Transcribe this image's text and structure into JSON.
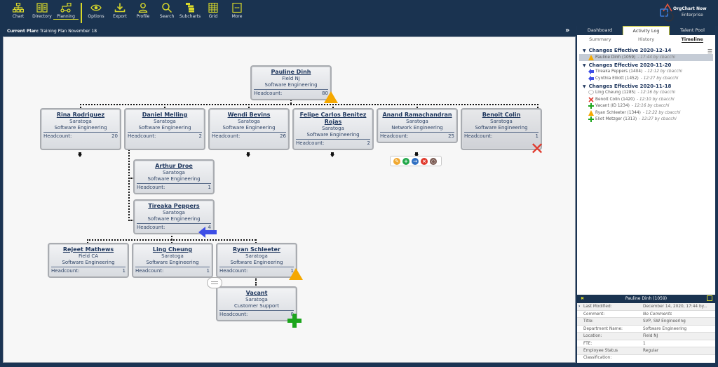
{
  "toolbar": {
    "items": [
      {
        "label": "Chart",
        "icon": "org-chart-icon"
      },
      {
        "label": "Directory",
        "icon": "book-icon"
      },
      {
        "label": "Planning",
        "icon": "planning-icon",
        "active": true
      },
      {
        "label": "Options",
        "icon": "eye-icon"
      },
      {
        "label": "Export",
        "icon": "download-icon"
      },
      {
        "label": "Profile",
        "icon": "person-icon"
      },
      {
        "label": "Search",
        "icon": "search-icon"
      },
      {
        "label": "Subcharts",
        "icon": "subcharts-icon"
      },
      {
        "label": "Grid",
        "icon": "grid-icon"
      },
      {
        "label": "More",
        "icon": "more-icon"
      }
    ],
    "brand_name": "OrgChart Now",
    "brand_edition": "Enterprise"
  },
  "plan": {
    "label": "Current Plan:",
    "value": "Training Plan November 18"
  },
  "nodes": {
    "pauline": {
      "name": "Pauline Dinh",
      "location": "Field NJ",
      "dept": "Software Engineering",
      "hc_label": "Headcount:",
      "hc": "80"
    },
    "rina": {
      "name": "Rina Rodriguez",
      "location": "Saratoga",
      "dept": "Software Engineering",
      "hc_label": "Headcount:",
      "hc": "20"
    },
    "daniel": {
      "name": "Daniel Melling",
      "location": "Saratoga",
      "dept": "Software Engineering",
      "hc_label": "Headcount:",
      "hc": "2"
    },
    "wendi": {
      "name": "Wendi Bevins",
      "location": "Saratoga",
      "dept": "Software Engineering",
      "hc_label": "Headcount:",
      "hc": "26"
    },
    "felipe": {
      "name": "Felipe Carlos Benitez Rojas",
      "location": "Saratoga",
      "dept": "Software Engineering",
      "hc_label": "Headcount:",
      "hc": "2"
    },
    "anand": {
      "name": "Anand Ramachandran",
      "location": "Saratoga",
      "dept": "Network Engineering",
      "hc_label": "Headcount:",
      "hc": "25"
    },
    "benoit": {
      "name": "Benoit Colin",
      "location": "Saratoga",
      "dept": "Software Engineering",
      "hc_label": "Headcount:",
      "hc": "1"
    },
    "arthur": {
      "name": "Arthur Droe",
      "location": "Saratoga",
      "dept": "Software Engineering",
      "hc_label": "Headcount:",
      "hc": "1"
    },
    "tireaka": {
      "name": "Tireaka Peppers",
      "location": "Saratoga",
      "dept": "Software Engineering",
      "hc_label": "Headcount:",
      "hc": "4"
    },
    "rejeet": {
      "name": "Rejeet Mathews",
      "location": "Field CA",
      "dept": "Software Engineering",
      "hc_label": "Headcount:",
      "hc": "1"
    },
    "ling": {
      "name": "Ling Cheung",
      "location": "Saratoga",
      "dept": "Software Engineering",
      "hc_label": "Headcount:",
      "hc": "1"
    },
    "ryan": {
      "name": "Ryan Schleeter",
      "location": "Saratoga",
      "dept": "Software Engineering",
      "hc_label": "Headcount:",
      "hc": "1"
    },
    "vacant": {
      "name": "Vacant",
      "location": "Saratoga",
      "dept": "Customer Support",
      "hc_label": "Headcount:",
      "hc": "0"
    }
  },
  "right_panel": {
    "tabs": [
      "Dashboard",
      "Activity Log",
      "Talent Pool"
    ],
    "active_tab": "Activity Log",
    "subtabs": [
      "Summary",
      "History",
      "Timeline"
    ],
    "active_subtab": "Timeline",
    "timeline": [
      {
        "title": "Changes Effective 2020-12-14",
        "items": [
          {
            "icon": "warning-icon",
            "text": "Pauline Dinh (1059)",
            "by": "- 17:44 by cbacchi",
            "selected": true
          }
        ]
      },
      {
        "title": "Changes Effective 2020-11-20",
        "items": [
          {
            "icon": "move-arrow-icon",
            "text": "Tireaka Peppers (1404)",
            "by": "- 12:12 by cbacchi"
          },
          {
            "icon": "move-arrow-icon",
            "text": "Cynthia Elliott (1452)",
            "by": "- 12:27 by cbacchi"
          }
        ]
      },
      {
        "title": "Changes Effective 2020-11-18",
        "items": [
          {
            "icon": "comment-icon",
            "text": "Ling Cheung (1285)",
            "by": "- 12:16 by cbacchi"
          },
          {
            "icon": "delete-x-icon",
            "text": "Benoit Colin (1420)",
            "by": "- 12:10 by cbacchi"
          },
          {
            "icon": "add-plus-icon",
            "text": "Vacant (ID 1234)",
            "by": "- 12:16 by cbacchi"
          },
          {
            "icon": "warning-icon",
            "text": "Ryan Schleeter (1344)",
            "by": "- 12:22 by cbacchi"
          },
          {
            "icon": "add-plus-icon",
            "text": "Eliot Metzger (1313)",
            "by": "- 12:27 by cbacchi"
          }
        ]
      }
    ]
  },
  "details": {
    "title": "Pauline Dinh (1059)",
    "rows": [
      {
        "key": "Last Modified:",
        "value": "December 14, 2020, 17:44 by..."
      },
      {
        "key": "Comment:",
        "value": "No Comments",
        "italic": true
      },
      {
        "key": "Title:",
        "value": "SVP, SW Engineering"
      },
      {
        "key": "Department Name:",
        "value": "Software Engineering"
      },
      {
        "key": "Location:",
        "value": "Field NJ"
      },
      {
        "key": "FTE:",
        "value": "1"
      },
      {
        "key": "Employee Status Classification:",
        "value": "Regular"
      }
    ]
  },
  "colors": {
    "navy": "#1a3350",
    "accent_yellow": "#d8d82a",
    "warning": "#f5a800",
    "delete": "#e0392c",
    "add": "#1ca51c",
    "move": "#3d4ee6"
  }
}
